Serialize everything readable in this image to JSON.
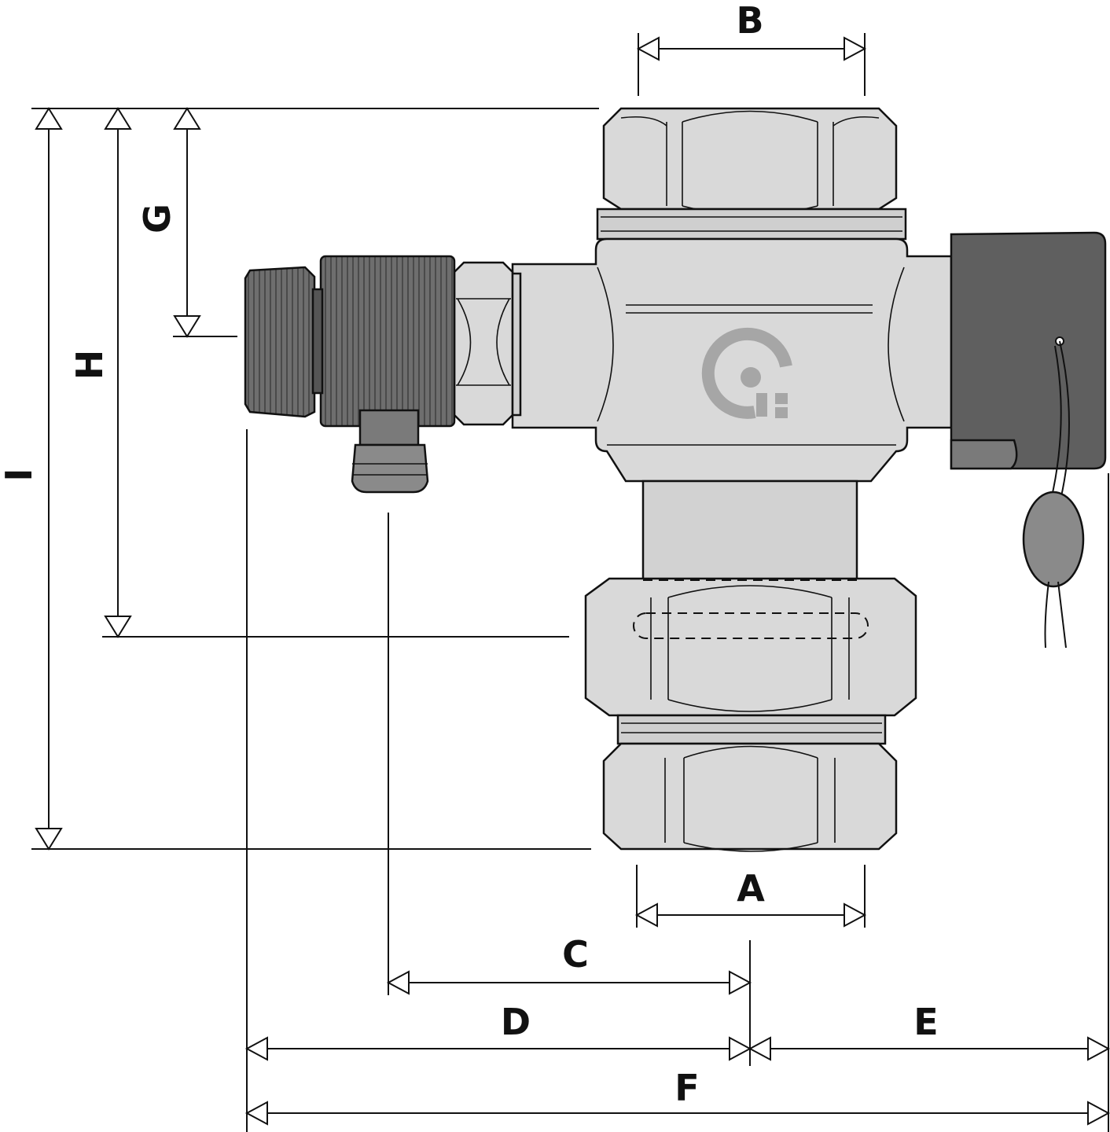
{
  "dimension_labels": {
    "A": "A",
    "B": "B",
    "C": "C",
    "D": "D",
    "E": "E",
    "F": "F",
    "G": "G",
    "H": "H",
    "I": "I"
  },
  "colors": {
    "line": "#111111",
    "metal_body": "#d9d9d9",
    "metal_shade": "#c8c8c8",
    "cap_dark": "#6e6e6e",
    "sensor_dark": "#5f5f5f",
    "logo_gray": "#a6a6a6"
  },
  "icons": {
    "logo": "manufacturer-logo-icon",
    "sensor": "temperature-sensor-icon"
  }
}
